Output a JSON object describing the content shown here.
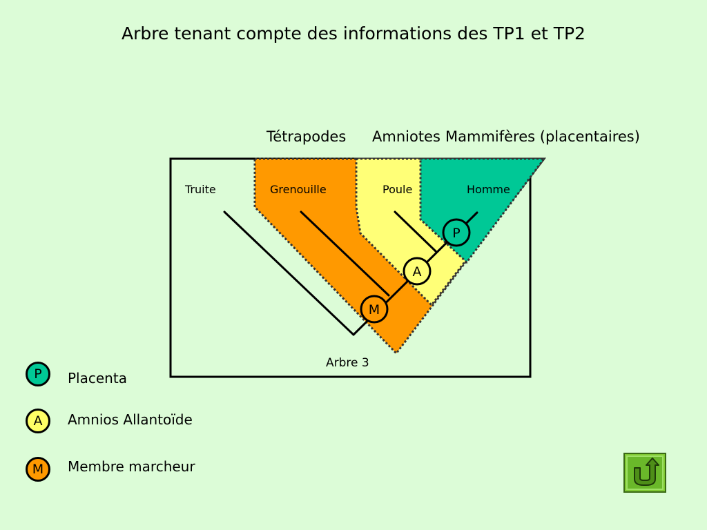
{
  "title": "Arbre tenant compte des informations des TP1 et TP2",
  "groups": {
    "tetrapodes": "Tétrapodes",
    "amniotes": "Amniotes",
    "mammiferes": "Mammifères (placentaires)"
  },
  "taxa": {
    "truite": "Truite",
    "grenouille": "Grenouille",
    "poule": "Poule",
    "homme": "Homme"
  },
  "tree_label": "Arbre 3",
  "nodes": {
    "m": "M",
    "a": "A",
    "p": "P"
  },
  "legend": [
    {
      "letter": "P",
      "label": "Placenta",
      "color": "#00c896"
    },
    {
      "letter": "A",
      "label": "Amnios Allantoïde",
      "color": "#ffff66"
    },
    {
      "letter": "M",
      "label": "Membre marcheur",
      "color": "#ff9900"
    }
  ],
  "colors": {
    "background": "#dcfcd7",
    "tetrapodes": "#ff9900",
    "amniotes": "#ffff77",
    "mammiferes": "#00c896"
  },
  "icons": {
    "return": "u-turn-arrow-icon"
  }
}
